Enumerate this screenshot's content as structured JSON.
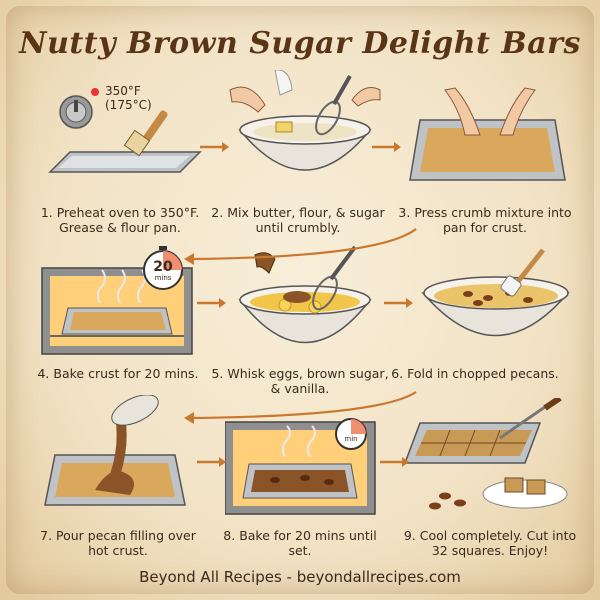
{
  "title": "Nutty Brown Sugar Delight Bars",
  "oven_temp": {
    "f": "350°F",
    "c": "(175°C)"
  },
  "timer_label": {
    "minutes": "20",
    "unit": "mins"
  },
  "timer2_label": "min",
  "steps": [
    {
      "text": "1. Preheat oven to 350°F. Grease & flour pan."
    },
    {
      "text": "2. Mix butter, flour, & sugar until crumbly."
    },
    {
      "text": "3. Press crumb mixture into pan for crust."
    },
    {
      "text": "4. Bake crust for 20 mins."
    },
    {
      "text": "5. Whisk eggs, brown sugar, & vanilla."
    },
    {
      "text": "6. Fold in chopped pecans."
    },
    {
      "text": "7. Pour pecan filling over hot crust."
    },
    {
      "text": "8. Bake for 20 mins until set."
    },
    {
      "text": "9. Cool completely. Cut into 32 squares. Enjoy!"
    }
  ],
  "footer": "Beyond All Recipes - beyondallrecipes.com",
  "colors": {
    "title": "#5a3417",
    "paper": "#f3e6cc",
    "crust": "#d9a85c",
    "pecan": "#7a3e1b"
  }
}
